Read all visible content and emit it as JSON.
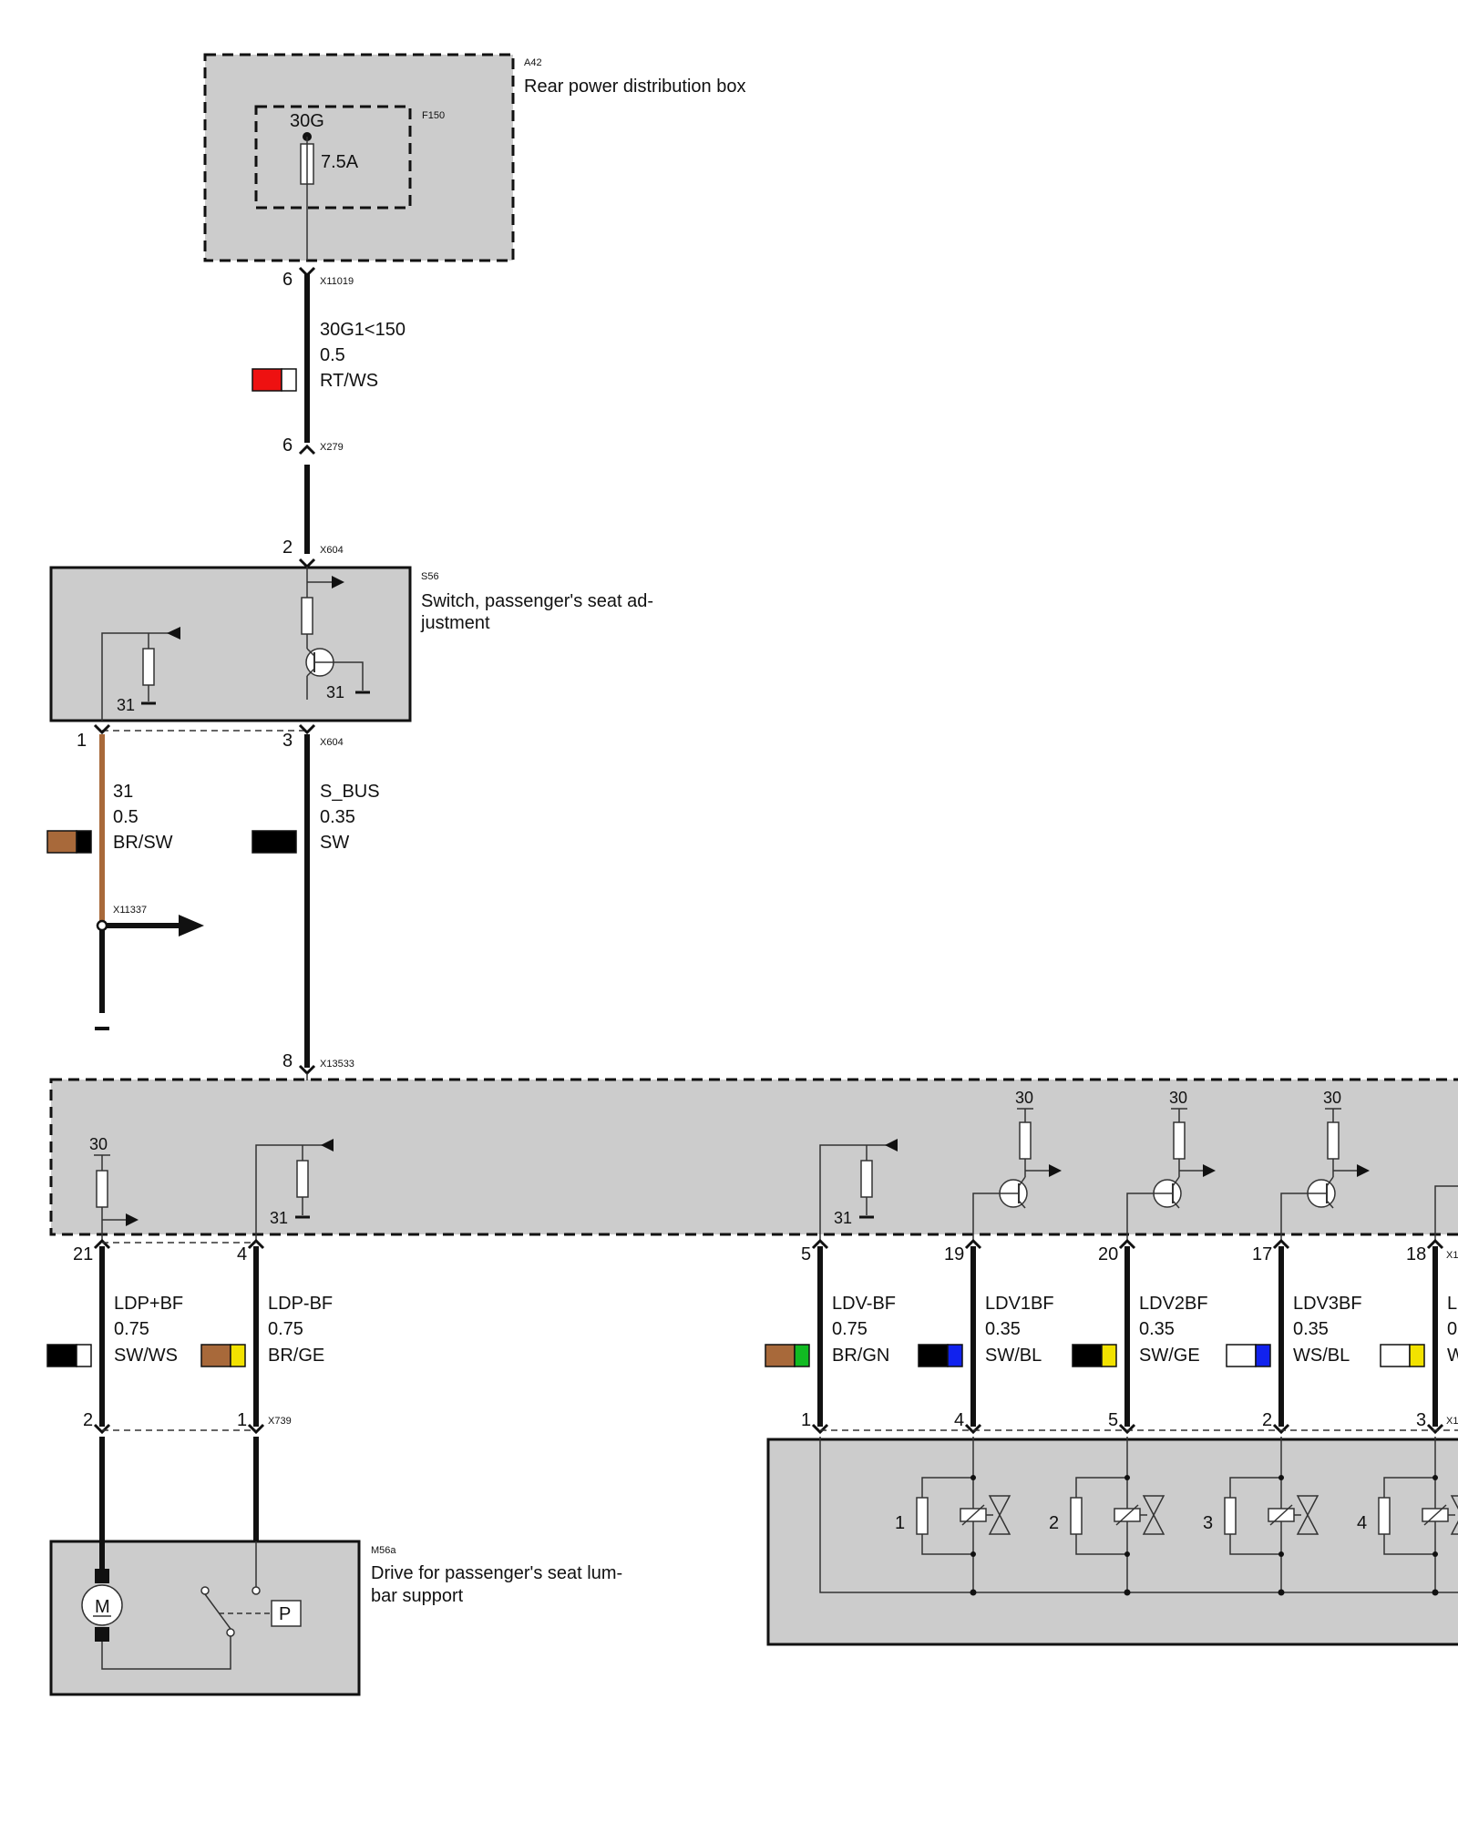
{
  "a42": {
    "id": "A42",
    "name": "Rear power distribution box"
  },
  "f150": {
    "id": "F150",
    "terminal": "30G",
    "rating": "7.5A"
  },
  "s56": {
    "id": "S56",
    "name_line1": "Switch, passenger's seat ad-",
    "name_line2": "justment"
  },
  "m56a": {
    "id": "M56a",
    "name_line1": "Drive for passenger's seat lum-",
    "name_line2": "bar support"
  },
  "connectors": {
    "x11019": "X11019",
    "x279": "X279",
    "x604_top": "X604",
    "x604_bottom": "X604",
    "x11337": "X11337",
    "x13533": "X13533",
    "x739": "X739",
    "x1_top_cut": "X1",
    "x1_bottom_cut": "X1"
  },
  "pins": {
    "x11019": "6",
    "x279": "6",
    "x604_in": "2",
    "x604_out_left": "1",
    "x604_out_right": "3",
    "x13533": "8"
  },
  "wires": {
    "supply": {
      "signal": "30G1<150",
      "gauge": "0.5",
      "color": "RT/WS",
      "c1": "#ee1111",
      "c2": "#ffffff"
    },
    "ground": {
      "signal": "31",
      "gauge": "0.5",
      "color": "BR/SW",
      "c1": "#a8693a",
      "c2": "#000000"
    },
    "sbus": {
      "signal": "S_BUS",
      "gauge": "0.35",
      "color": "SW",
      "c1": "#000000",
      "c2": "#000000"
    }
  },
  "ground_labels": {
    "s56_left": "31",
    "s56_right": "31",
    "module_a": "31",
    "module_b": "31"
  },
  "supply_labels": {
    "module_a": "30",
    "module_b": "30",
    "module_c": "30",
    "module_d": "30"
  },
  "module_wires": [
    {
      "pin_top": "21",
      "pin_bottom": "2",
      "signal": "LDP+BF",
      "gauge": "0.75",
      "color": "SW/WS",
      "c1": "#000000",
      "c2": "#ffffff"
    },
    {
      "pin_top": "4",
      "pin_bottom": "1",
      "signal": "LDP-BF",
      "gauge": "0.75",
      "color": "BR/GE",
      "c1": "#a8693a",
      "c2": "#f2e200"
    },
    {
      "pin_top": "5",
      "pin_bottom": "1",
      "signal": "LDV-BF",
      "gauge": "0.75",
      "color": "BR/GN",
      "c1": "#a8693a",
      "c2": "#11bb22"
    },
    {
      "pin_top": "19",
      "pin_bottom": "4",
      "signal": "LDV1BF",
      "gauge": "0.35",
      "color": "SW/BL",
      "c1": "#000000",
      "c2": "#1122ee"
    },
    {
      "pin_top": "20",
      "pin_bottom": "5",
      "signal": "LDV2BF",
      "gauge": "0.35",
      "color": "SW/GE",
      "c1": "#000000",
      "c2": "#f2e200"
    },
    {
      "pin_top": "17",
      "pin_bottom": "2",
      "signal": "LDV3BF",
      "gauge": "0.35",
      "color": "WS/BL",
      "c1": "#ffffff",
      "c2": "#1122ee"
    },
    {
      "pin_top": "18",
      "pin_bottom": "3",
      "signal": "L",
      "gauge": "0",
      "color": "W",
      "c1": "#ffffff",
      "c2": "#f2e200"
    }
  ],
  "valves": [
    "1",
    "2",
    "3",
    "4"
  ],
  "motor_symbol": "M",
  "sensor_symbol": "P"
}
